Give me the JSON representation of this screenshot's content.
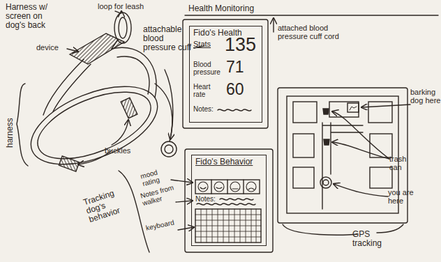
{
  "diagram": {
    "nodes": [
      {
        "text": [
          "Fido's Health",
          "Stats",
          "135",
          "Blood pressure",
          "71",
          "Heart rate",
          "60",
          "Notes:"
        ]
      },
      {
        "text": [
          "Fido's Behavior",
          "Notes:"
        ]
      }
    ],
    "labels": [
      "Harness w/ screen on dog's back",
      "loop for leash",
      "device",
      "attachable blood pressure cuff",
      "harness",
      "buckles",
      "Tracking dog's behavior",
      "mood rating",
      "Notes from walker",
      "keyboard",
      "Health Monitoring",
      "attached blood pressure cuff cord",
      "barking dog here",
      "trash can",
      "you are here",
      "GPS tracking"
    ]
  }
}
